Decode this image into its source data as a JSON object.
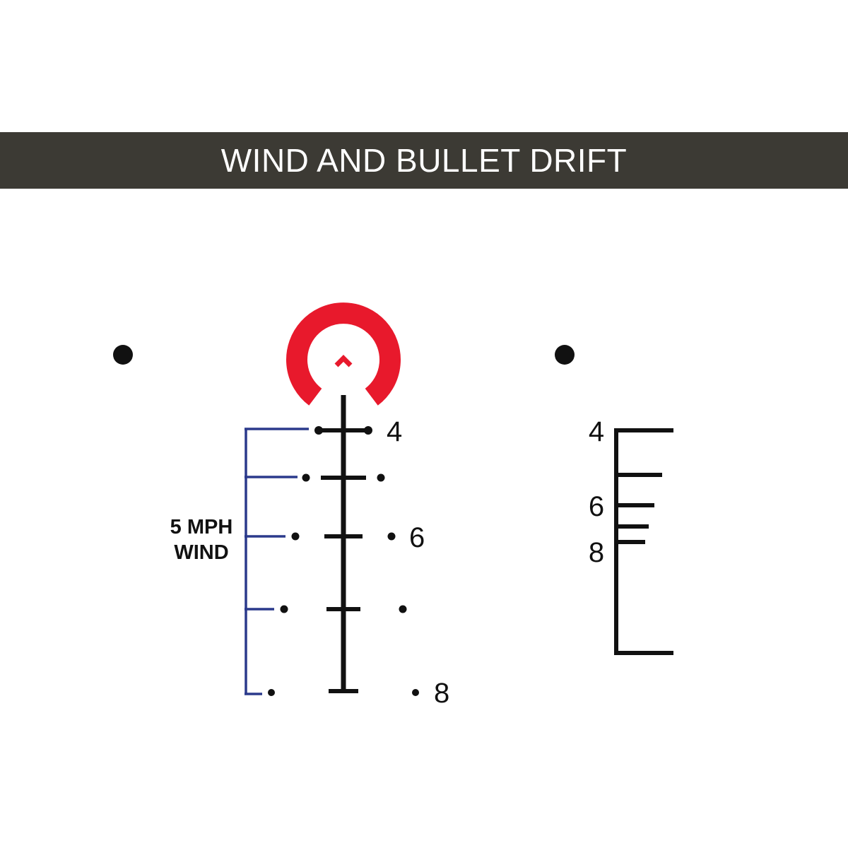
{
  "title": "WIND AND BULLET DRIFT",
  "wind_label": {
    "line1": "5 MPH",
    "line2": "WIND"
  },
  "main_reticle": {
    "labels": [
      "4",
      "6",
      "8"
    ]
  },
  "bdc_scale": {
    "labels": [
      "4",
      "6",
      "8"
    ]
  },
  "colors": {
    "title_band": "#3c3a34",
    "title_text": "#ffffff",
    "horseshoe": "#e8192c",
    "chevron": "#e8192c",
    "wind_bracket": "#2b3a8c",
    "reticle": "#111111"
  },
  "icons": [
    "horseshoe-icon",
    "chevron-icon",
    "reference-dot-icon"
  ]
}
